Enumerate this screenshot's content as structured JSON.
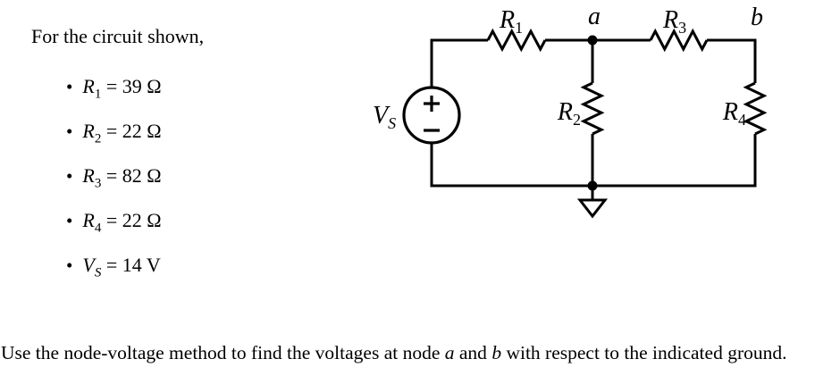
{
  "texts": {
    "intro": "For the circuit shown,",
    "bullet": "•",
    "question": {
      "part1": "Use the node-voltage method to find the voltages at node ",
      "node_a": "a",
      "part2": " and ",
      "node_b": "b",
      "part3": " with respect to the indicated ground."
    }
  },
  "parameters": [
    {
      "sym": "R",
      "sub": "1",
      "value": " = 39 Ω"
    },
    {
      "sym": "R",
      "sub": "2",
      "value": " = 22 Ω"
    },
    {
      "sym": "R",
      "sub": "3",
      "value": " = 82 Ω"
    },
    {
      "sym": "R",
      "sub": "4",
      "value": " = 22 Ω"
    },
    {
      "sym": "V",
      "sub": "S",
      "value": " = 14 V"
    }
  ],
  "circuit": {
    "source": {
      "sym": "V",
      "sub": "S",
      "plus": "+",
      "minus": "−"
    },
    "r1": {
      "sym": "R",
      "sub": "1"
    },
    "r2": {
      "sym": "R",
      "sub": "2"
    },
    "r3": {
      "sym": "R",
      "sub": "3"
    },
    "r4": {
      "sym": "R",
      "sub": "4"
    },
    "node_a": "a",
    "node_b": "b",
    "colors": {
      "line": "#000000",
      "background": "#ffffff"
    }
  }
}
